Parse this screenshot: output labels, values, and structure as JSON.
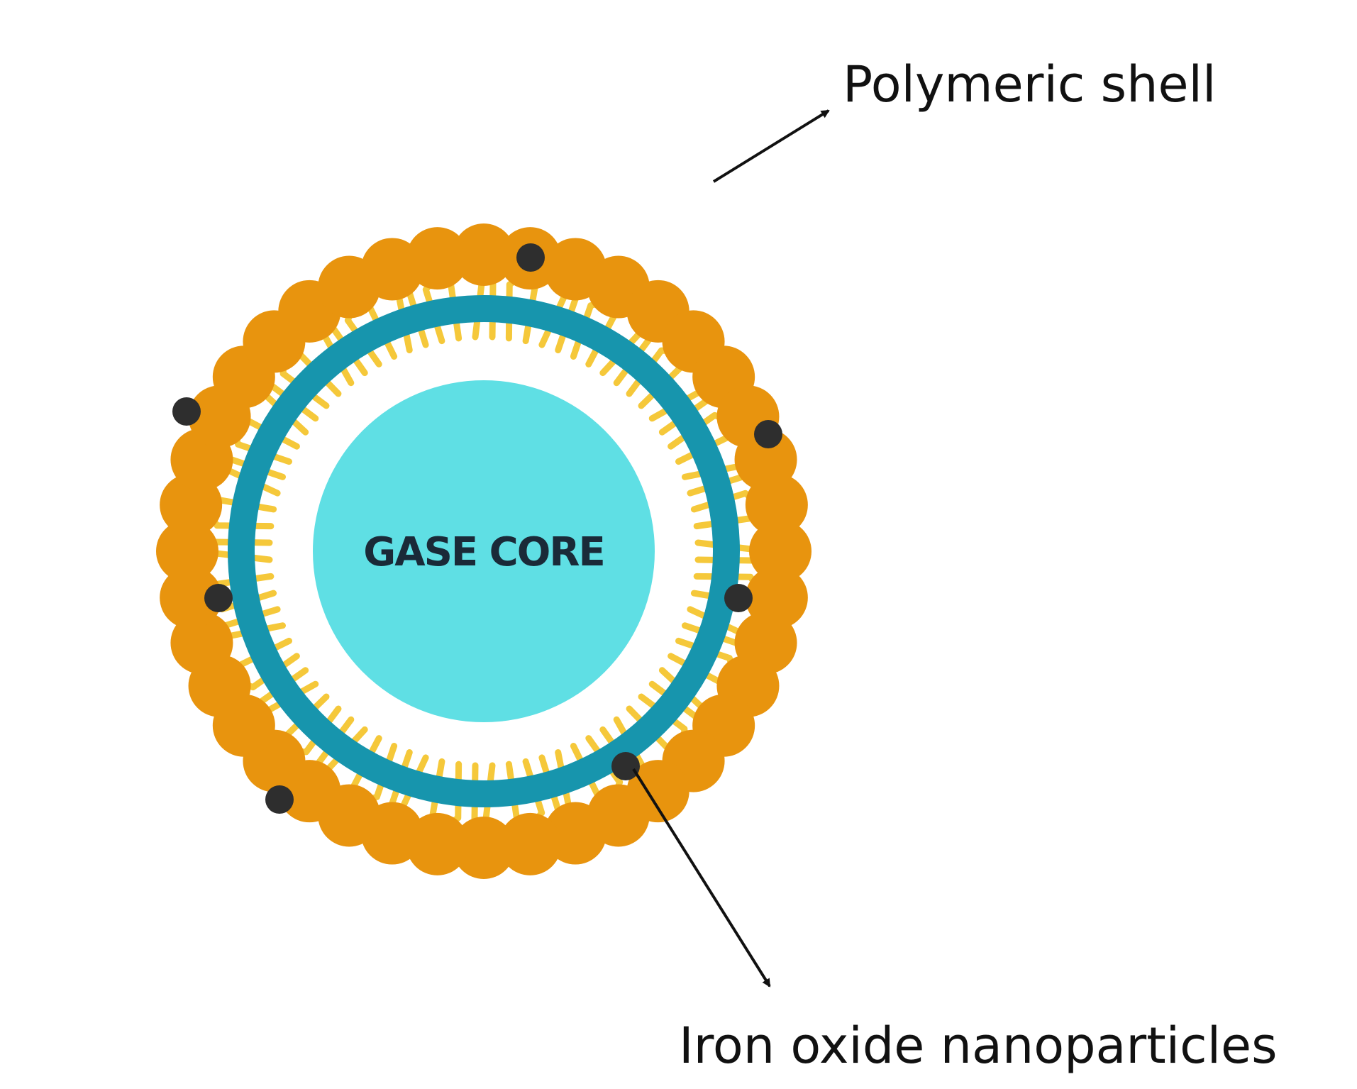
{
  "labels": {
    "core": "GASE CORE",
    "shell": "Polymeric shell",
    "nanoparticles": "Iron oxide nanoparticles"
  },
  "colors": {
    "background": "#ffffff",
    "head": "#E8940E",
    "tail": "#F5C83A",
    "ring": "#1795AD",
    "core": "#5FDFE4",
    "nanoparticle": "#2E2E2E",
    "text": "#111111",
    "core_text": "#1A2A38"
  },
  "lipid_count": 40,
  "nanoparticle_count": 7,
  "icons": [
    "lipid-head-icon",
    "lipid-tail-icon",
    "nanoparticle-icon",
    "arrow-icon"
  ]
}
